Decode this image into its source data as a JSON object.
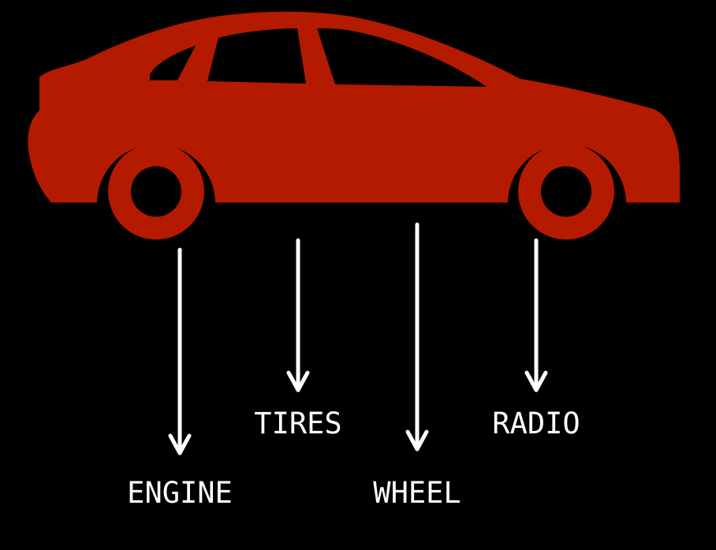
{
  "diagram": {
    "labels": {
      "engine": "ENGINE",
      "tires": "TIRES",
      "wheel": "WHEEL",
      "radio": "RADIO"
    }
  },
  "colors": {
    "background": "#000000",
    "car": "#b31a00",
    "arrows": "#ffffff",
    "text": "#ffffff"
  },
  "icons": {
    "car": "car-silhouette-icon"
  }
}
